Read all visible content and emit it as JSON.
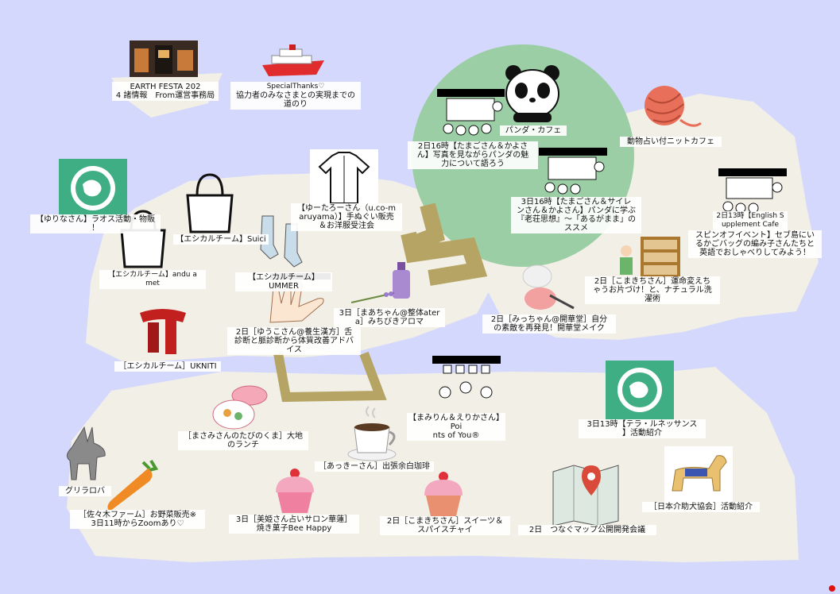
{
  "colors": {
    "background": "#d4d8fc",
    "floor": "#f2efe6",
    "green_zone": "#9bcea4",
    "path": "#b5a463",
    "mark_red": "#e01010"
  },
  "labels": {
    "earth_festa": "EARTH FESTA 202\n4 諸情報　From運営事務局",
    "special_thanks_title": "SpecialThanks♡",
    "special_thanks_body": "協力者のみなさまとの実現までの\n道のり",
    "panda_cafe": "パンダ・カフェ",
    "panda_talk": "2日16時【たまごさん＆かよさ\nん】写真を見ながらパンダの魅\n力について語ろう",
    "knit_cafe": "動物占い付ニットカフェ",
    "laos": "【ゆりなさん】ラオス活動・物販\n！",
    "yuutaro": "【ゆーたろーさん（u.co-m\naruyama）】手ぬぐい販売\n＆お洋服受注会",
    "rouso": "3日16時【たまごさん＆サイレ\nンさん＆かよさん】パンダに学ぶ\n『老荘思想』～「あるがまま」の\nススメ",
    "english": "2日13時【English S\nupplement Cafe",
    "spin_off": "スピンオフイベント】セブ島にい\nるかごバッグの編み子さんたちと\n英語でおしゃべりしてみよう！",
    "suici": "【エシカルチーム】Suici",
    "andu": "【エシカルチーム】andu a\nmet",
    "ethical_socks": "【エシカルチーム】UMMER",
    "aroma": "3日［まあちゃん@整体ater\na］みちびきアロマ",
    "unmei": "2日［こまきちさん］運命変えち\nゃうお片づけ！と、ナチュラル洗\n濯術",
    "makeup": "2日［みっちゃん@開華堂］自分\nの素敵を再発見！開華堂メイク",
    "kampo": "2日［ゆうこさん@養生漢方］舌\n診断と脈診断から体質改善アドバ\nイス",
    "ukniti": "［エシカルチーム］UKNITI",
    "points": "【まみりん＆えりかさん】Poi\nnts of You®",
    "terra": "3日13時【テラ・ルネッサンス\n】活動紹介",
    "lunch": "［まさみさんのたびのくま］大地\nのランチ",
    "coffee": "［あっきーさん］出張余白珈琲",
    "donkey": "グリラロバ",
    "vegetables": "［佐々木ファーム］お野菜販売※\n3日11時からZoomあり♡",
    "sweets_bee": "3日［美姫さん占いサロン華蓮］\n焼き菓子Bee Happy",
    "sweets_chai": "2日［こまきちさん］スイーツ＆\nスパイスチャイ",
    "map_meeting": "2日　つなぐマップ公開開発会議",
    "dog_assoc": "［日本介助犬協会］活動紹介"
  },
  "icons": [
    "photo-icon",
    "ship-icon",
    "panda-icon",
    "whiteboard-icon",
    "yarn-icon",
    "globe-icon",
    "shirt-icon",
    "bag-icon",
    "socks-icon",
    "perfume-icon",
    "hand-icon",
    "cabinet-icon",
    "compact-icon",
    "scarf-icon",
    "cards-icon",
    "lunchbox-icon",
    "coffee-icon",
    "donkey-icon",
    "carrot-icon",
    "cupcake-icon",
    "map-pin-icon",
    "dog-icon"
  ]
}
